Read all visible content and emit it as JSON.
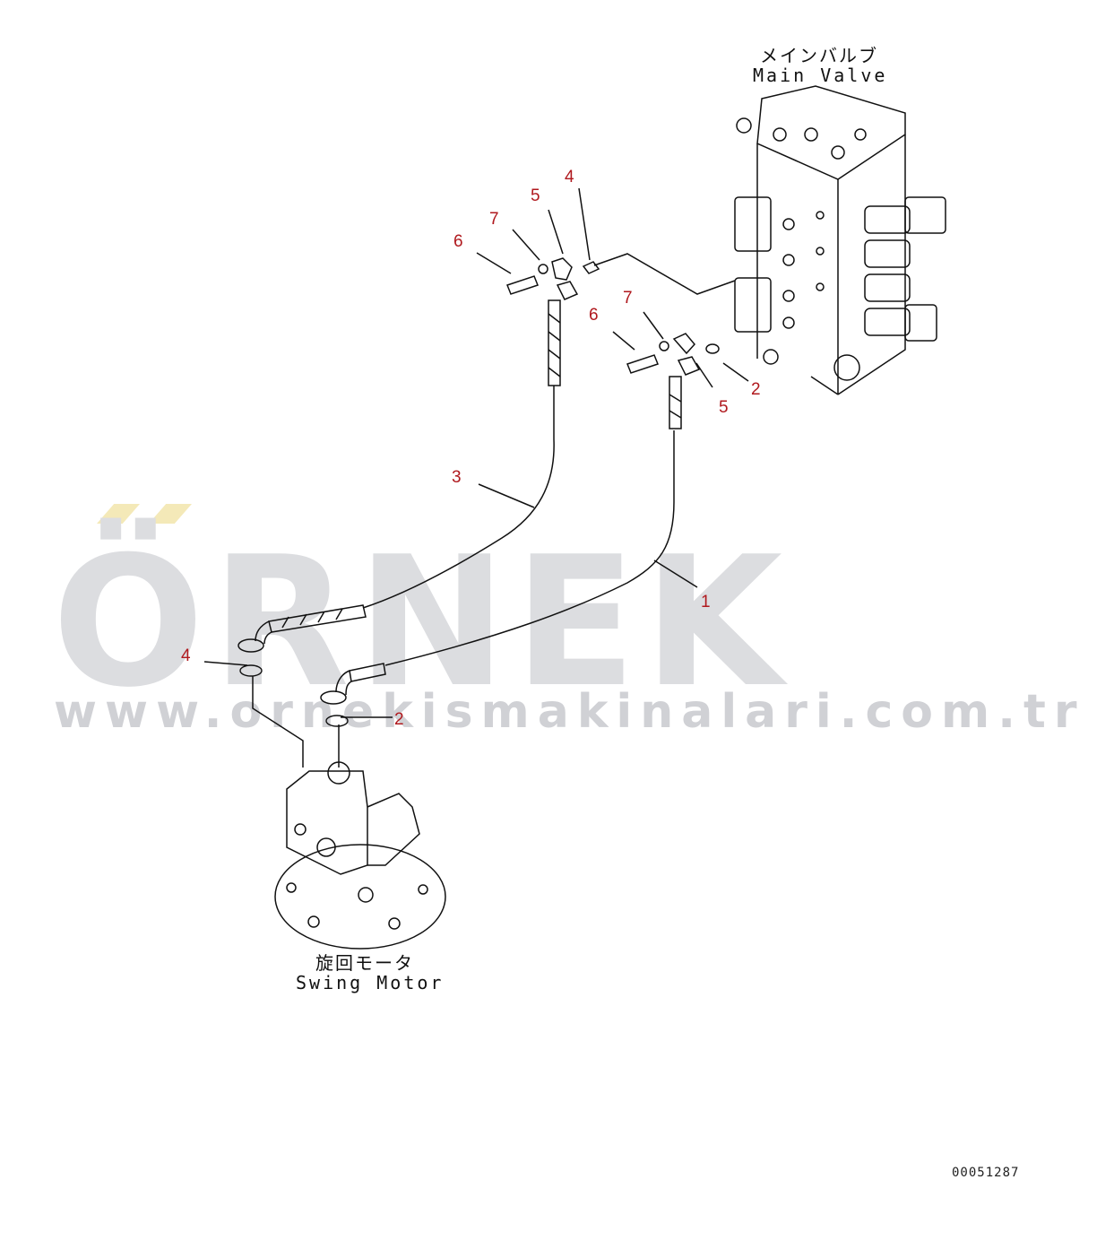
{
  "watermark": {
    "brand": "ÖRNEK",
    "url": "www.ornekismakinalari.com.tr",
    "accent_color": "#f4e9b8",
    "text_color": "#dcdde0"
  },
  "main_valve": {
    "label_jp": "メインバルブ",
    "label_en": "Main Valve"
  },
  "swing_motor": {
    "label_jp": "旋回モータ",
    "label_en": "Swing Motor"
  },
  "callouts": [
    "1",
    "2",
    "3",
    "4",
    "5",
    "6",
    "7"
  ],
  "callout_color": "#b0191e",
  "labels": {
    "c1": "1",
    "c2a": "2",
    "c2b": "2",
    "c3": "3",
    "c4a": "4",
    "c4b": "4",
    "c5a": "5",
    "c5b": "5",
    "c6a": "6",
    "c6b": "6",
    "c7a": "7",
    "c7b": "7"
  },
  "document_number": "00051287"
}
